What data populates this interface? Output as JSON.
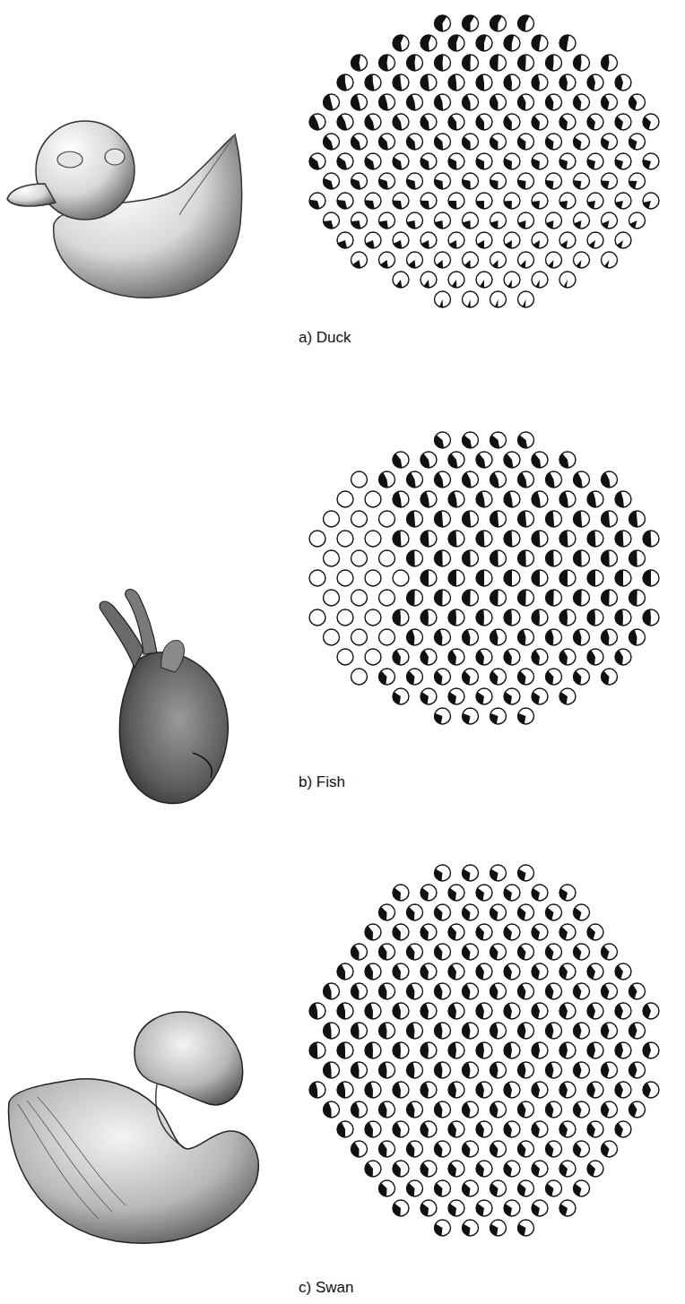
{
  "diagram": {
    "labels": [
      "a) Duck",
      "b) Fish",
      "c) Swan"
    ]
  }
}
